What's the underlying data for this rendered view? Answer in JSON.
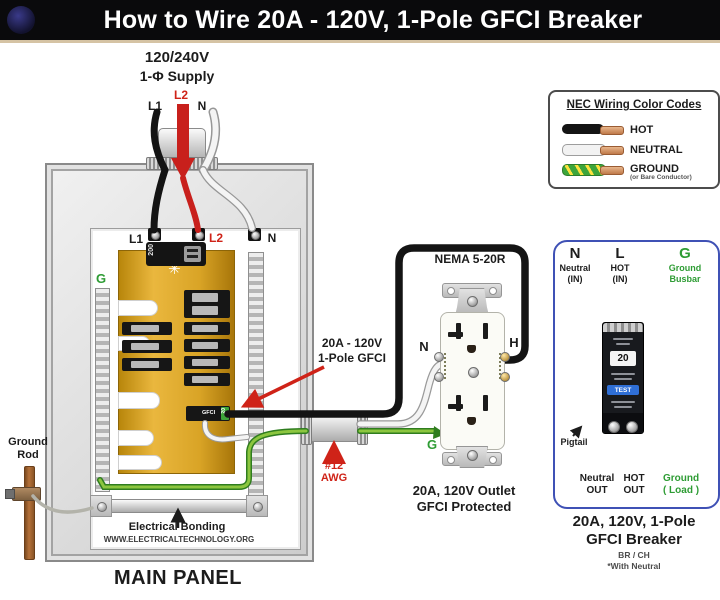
{
  "title": "How to Wire 20A - 120V, 1-Pole GFCI Breaker",
  "colors": {
    "hot": "#111111",
    "neutral": "#f4f4f4",
    "ground": "#57a33c",
    "accent_red": "#cf2318",
    "busbar_gold": "#d9a426",
    "detail_box_blue": "#3f51b5"
  },
  "supply": {
    "voltage": "120/240V",
    "phase": "1-Φ Supply",
    "l1": "L1",
    "l2": "L2",
    "n": "N"
  },
  "legend": {
    "title": "NEC Wiring Color Codes",
    "hot": "HOT",
    "neutral": "NEUTRAL",
    "ground": "GROUND",
    "ground_note": "(or Bare Conductor)"
  },
  "panel": {
    "l1": "L1",
    "l2": "L2",
    "n": "N",
    "g": "G",
    "main_breaker_rating": "200",
    "gfci_label": "GFCI",
    "gfci_rating": "20",
    "bonding": "Electrical Bonding",
    "website": "WWW.ELECTRICALTECHNOLOGY.ORG",
    "caption": "MAIN PANEL"
  },
  "ground_rod": {
    "line1": "Ground",
    "line2": "Rod"
  },
  "cable": {
    "line1": "#12",
    "line2": "AWG"
  },
  "breaker_note": {
    "line1": "20A - 120V",
    "line2": "1-Pole GFCI"
  },
  "outlet": {
    "title": "NEMA 5-20R",
    "n": "N",
    "h": "H",
    "g": "G",
    "caption1": "20A, 120V Outlet",
    "caption2": "GFCI Protected"
  },
  "detail": {
    "n": "N",
    "n_sub1": "Neutral",
    "n_sub2": "(IN)",
    "l": "L",
    "l_sub1": "HOT",
    "l_sub2": "(IN)",
    "g": "G",
    "g_sub1": "Ground",
    "g_sub2": "Busbar",
    "rating": "20",
    "test": "TEST",
    "pigtail": "Pigtail",
    "neutral_out1": "Neutral",
    "neutral_out2": "OUT",
    "hot_out1": "HOT",
    "hot_out2": "OUT",
    "ground_out1": "Ground",
    "ground_out2": "( Load )",
    "caption1": "20A, 120V, 1-Pole",
    "caption2": "GFCI Breaker",
    "caption3": "BR / CH",
    "caption4": "*With Neutral"
  }
}
